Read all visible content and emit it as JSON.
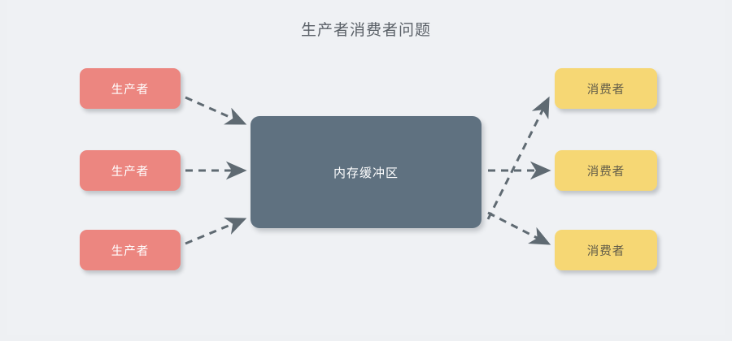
{
  "diagram": {
    "title": "生产者消费者问题",
    "background_color": "#eef0f3",
    "title_color": "#5a6067",
    "producers": [
      {
        "label": "生产者"
      },
      {
        "label": "生产者"
      },
      {
        "label": "生产者"
      }
    ],
    "buffer": {
      "label": "内存缓冲区",
      "color": "#5f7180",
      "text_color": "#ffffff"
    },
    "consumers": [
      {
        "label": "消费者"
      },
      {
        "label": "消费者"
      },
      {
        "label": "消费者"
      }
    ],
    "colors": {
      "producer_fill": "#ec8680",
      "producer_text": "#ffffff",
      "consumer_fill": "#f6d774",
      "consumer_text": "#5f5a48",
      "buffer_fill": "#5f7180",
      "arrow": "#5f6a72"
    },
    "arrows": {
      "style": "dashed",
      "head": "solid-triangle",
      "count": 6
    }
  }
}
